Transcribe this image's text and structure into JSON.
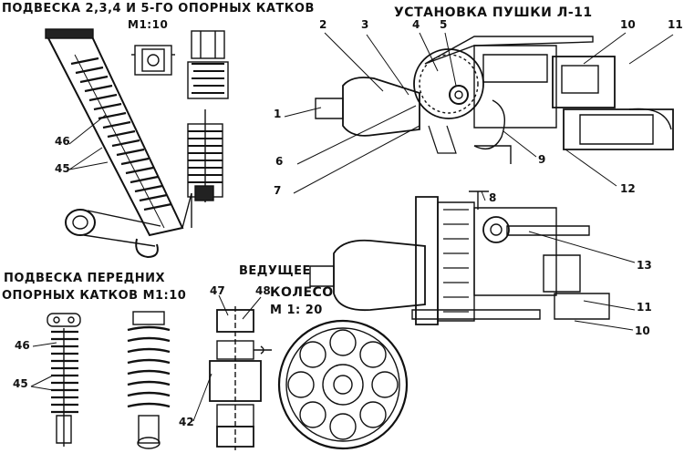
{
  "titles": {
    "rear_suspension": "ПОДВЕСКА 2,3,4 И 5-ГО ОПОРНЫХ КАТКОВ",
    "rear_scale": "М1:10",
    "gun_mount": "УСТАНОВКА ПУШКИ Л-11",
    "front_suspension_1": "ПОДВЕСКА ПЕРЕДНИХ",
    "front_suspension_2": "ОПОРНЫХ КАТКОВ М1:10",
    "drive_wheel_1": "ВЕДУЩЕЕ",
    "drive_wheel_2": "КОЛЕСО",
    "drive_wheel_scale": "М 1: 20"
  },
  "callouts": [
    "1",
    "2",
    "3",
    "4",
    "5",
    "6",
    "7",
    "8",
    "9",
    "10",
    "11",
    "12",
    "13",
    "11",
    "10",
    "46",
    "45",
    "46",
    "45",
    "47",
    "48",
    "42"
  ],
  "colors": {
    "ink": "#111111",
    "paper": "#ffffff"
  }
}
